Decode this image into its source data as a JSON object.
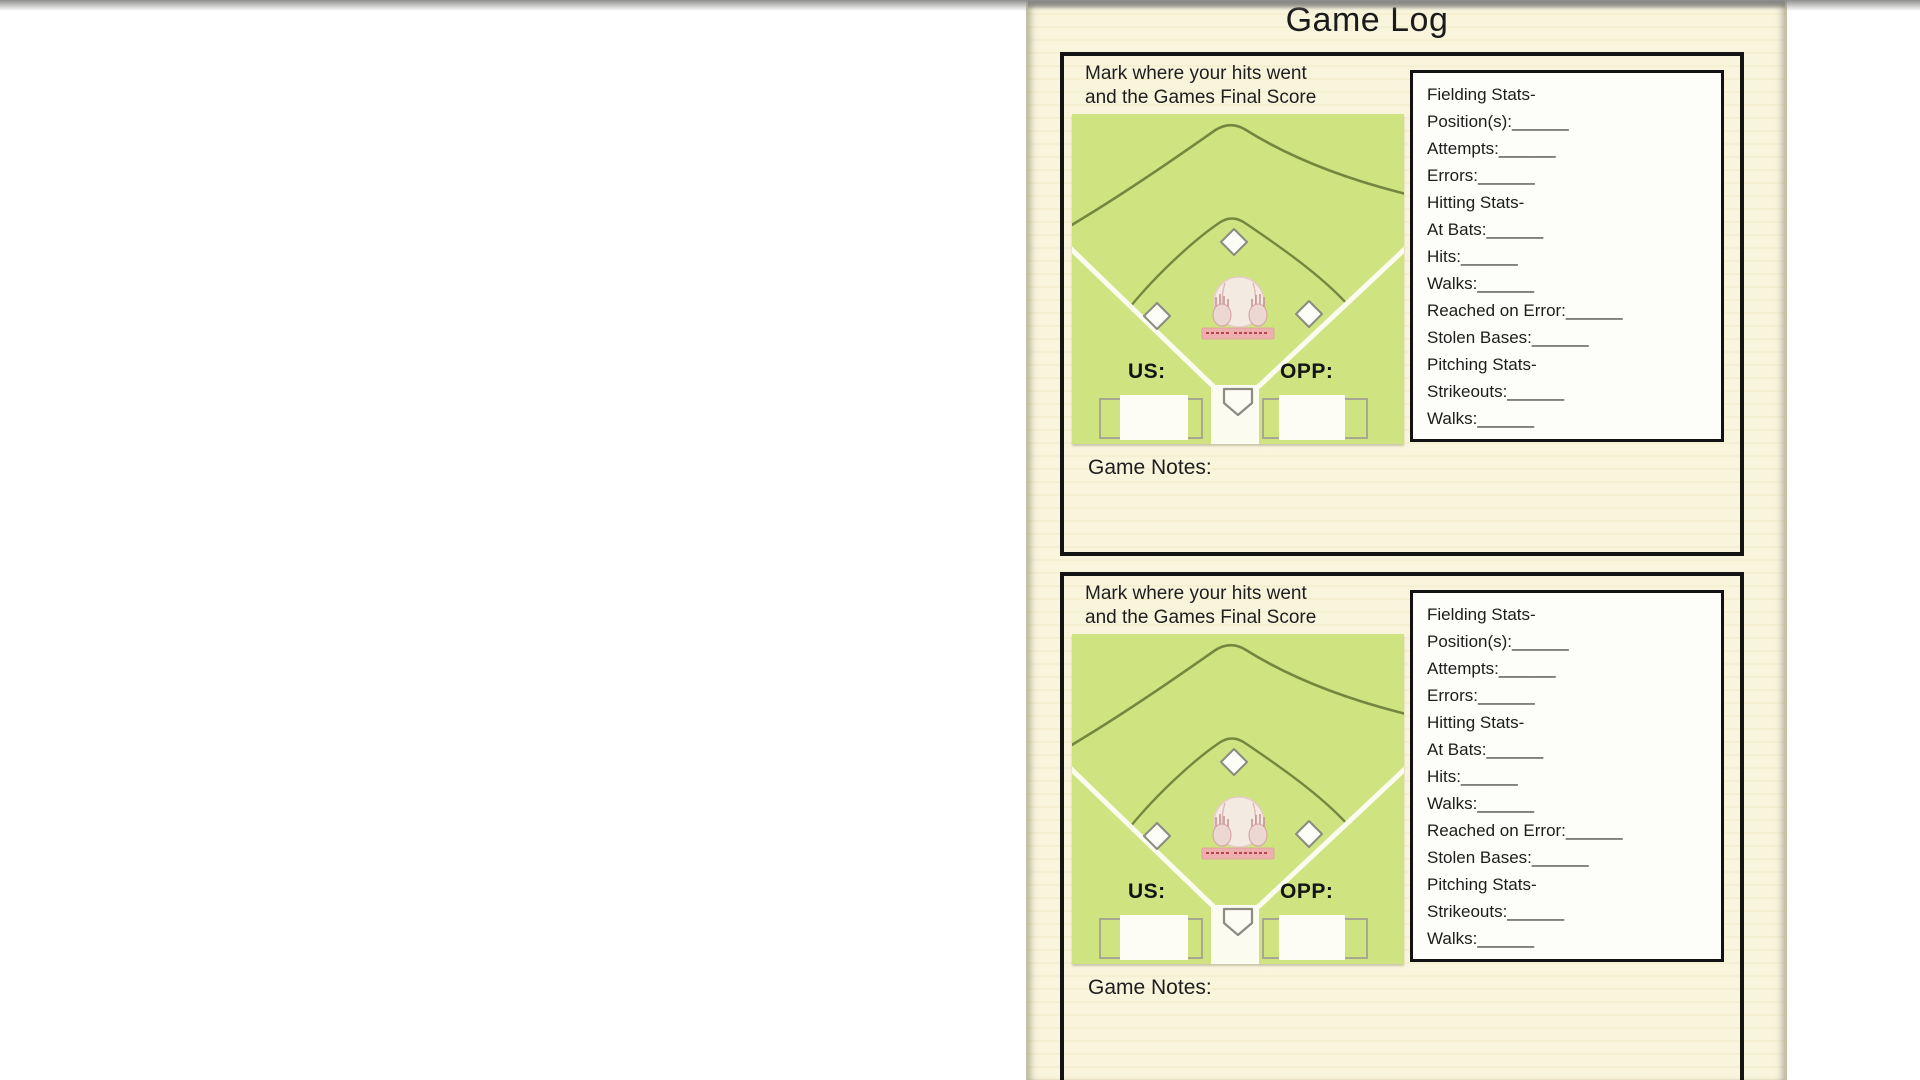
{
  "page": {
    "title": "Game Log"
  },
  "colors": {
    "page_background": "#f9f5dd",
    "field_green": "#cfe381",
    "field_line_olive": "#75873f",
    "box_border": "#141414",
    "score_bracket_gray": "#a8a792",
    "logo_pink": "#f2abb4"
  },
  "sections": [
    {
      "instructions": [
        "Mark where your hits went",
        "and the Games Final Score"
      ],
      "us_label": "US:",
      "opp_label": "OPP:",
      "game_notes_label": "Game Notes:",
      "stats_lines": [
        "Fielding Stats-",
        "Position(s):______",
        "Attempts:______",
        "Errors:______",
        "Hitting Stats-",
        "At Bats:______",
        "Hits:______",
        "Walks:______",
        "Reached on Error:______",
        "Stolen Bases:______",
        "Pitching Stats-",
        "Strikeouts:______",
        "Walks:______"
      ]
    },
    {
      "instructions": [
        "Mark where your hits went",
        "and the Games Final Score"
      ],
      "us_label": "US:",
      "opp_label": "OPP:",
      "game_notes_label": "Game Notes:",
      "stats_lines": [
        "Fielding Stats-",
        "Position(s):______",
        "Attempts:______",
        "Errors:______",
        "Hitting Stats-",
        "At Bats:______",
        "Hits:______",
        "Walks:______",
        "Reached on Error:______",
        "Stolen Bases:______",
        "Pitching Stats-",
        "Strikeouts:______",
        "Walks:______"
      ]
    }
  ]
}
